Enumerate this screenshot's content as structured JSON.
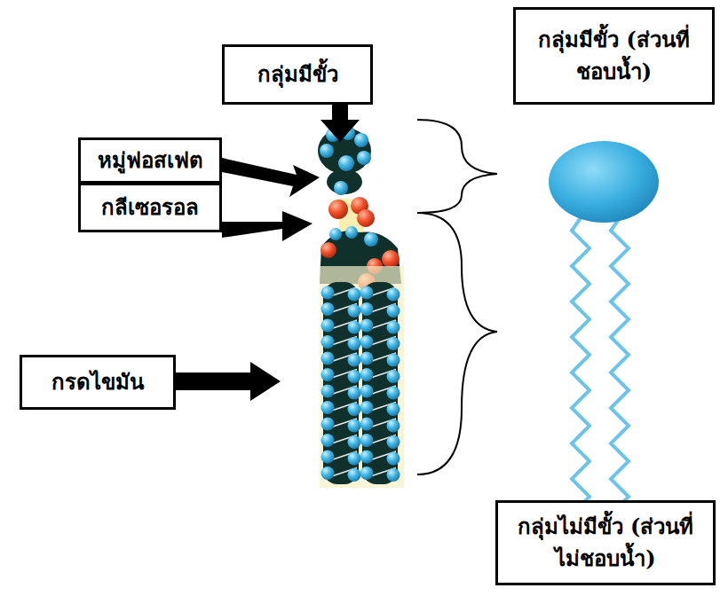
{
  "diagram": {
    "nodes": [
      {
        "text": [
          "กลุ่มมีขั้ว"
        ]
      },
      {
        "text": [
          "กลุ่มมีขั้ว (ส่วนที่ชอบน้ำ)"
        ]
      },
      {
        "text": [
          "หมู่ฟอสเฟต"
        ]
      },
      {
        "text": [
          "กลีเซอรอล"
        ]
      },
      {
        "text": [
          "กรดไขมัน"
        ]
      },
      {
        "text": [
          "กลุ่มไม่มีขั้ว (ส่วนที่ไม่ชอบน้ำ)"
        ]
      }
    ]
  }
}
